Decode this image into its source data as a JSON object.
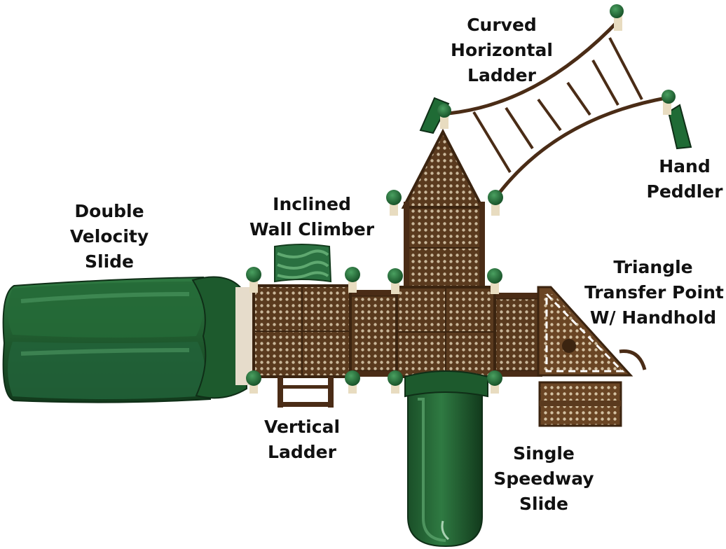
{
  "colors": {
    "deck_brown": "#5a3a1e",
    "deck_dark": "#3b2410",
    "deck_dot": "#c9b79a",
    "slide_green": "#1f5a2e",
    "slide_light": "#2f7a42",
    "slide_dark": "#123a1c",
    "rail_brown": "#4a2c16",
    "post_tan": "#e8dcc0",
    "cap_green": "#1f6b35",
    "label_text": "#111111"
  },
  "labels": {
    "curved_ladder": [
      "Curved",
      "Horizontal",
      "Ladder"
    ],
    "hand_peddler": [
      "Hand",
      "Peddler"
    ],
    "double_slide": [
      "Double",
      "Velocity",
      "Slide"
    ],
    "wall_climber": [
      "Inclined",
      "Wall Climber"
    ],
    "triangle_transfer": [
      "Triangle",
      "Transfer Point",
      "W/ Handhold"
    ],
    "vertical_ladder": [
      "Vertical",
      "Ladder"
    ],
    "speedway_slide": [
      "Single",
      "Speedway",
      "Slide"
    ]
  },
  "components": {
    "decks": [
      "center-deck",
      "left-deck",
      "upper-deck",
      "upper-triangle-deck",
      "right-bridge-deck",
      "left-bridge-deck",
      "triangle-transfer-deck",
      "transfer-step-deck"
    ],
    "slides": [
      "double-velocity-slide",
      "single-speedway-slide"
    ],
    "climbers": [
      "curved-horizontal-ladder",
      "hand-peddler",
      "inclined-wall-climber",
      "vertical-ladder"
    ]
  }
}
